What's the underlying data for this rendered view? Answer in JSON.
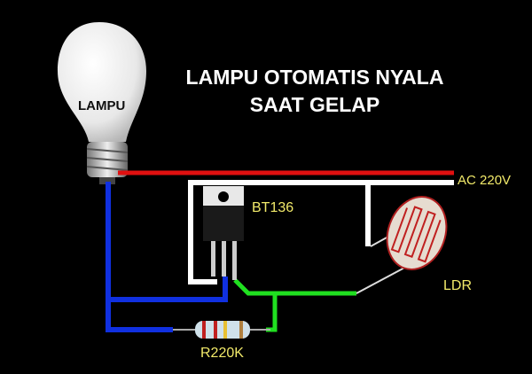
{
  "title": {
    "line1": "LAMPU OTOMATIS NYALA",
    "line2": "SAAT GELAP"
  },
  "labels": {
    "lamp": "LAMPU",
    "ac": "AC 220V",
    "triac": "BT136",
    "ldr": "LDR",
    "resistor": "R220K"
  },
  "colors": {
    "live_wire": "#e01010",
    "neutral_wire": "#ffffff",
    "lamp_wire": "#1030e0",
    "gate_wire": "#20e020",
    "label": "#f2ea6a"
  }
}
